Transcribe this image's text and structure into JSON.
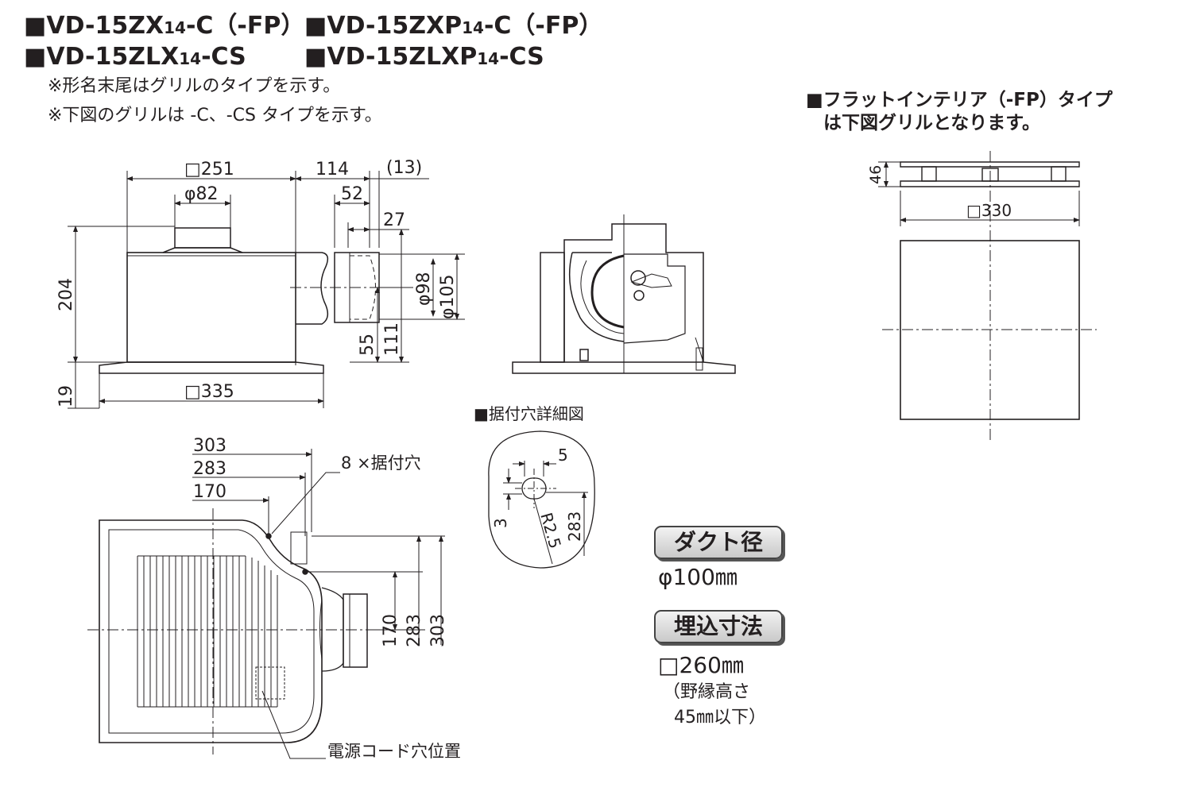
{
  "header": {
    "model1_main": "■VD-15ZX",
    "model1_sub": "14",
    "model1_end": "-C（-FP）",
    "model2_main": "■VD-15ZXP",
    "model2_sub": "14",
    "model2_end": "-C（-FP）",
    "model3_main": "■VD-15ZLX",
    "model3_sub": "14",
    "model3_end": "-CS",
    "model4_main": "■VD-15ZLXP",
    "model4_sub": "14",
    "model4_end": "-CS",
    "note1": "※形名末尾はグリルのタイプを示す。",
    "note2": "※下図のグリルは -C、-CS タイプを示す。"
  },
  "flat_panel": {
    "line1": "■フラットインテリア（-FP）タイプ",
    "line2": "は下図グリルとなります。",
    "dim_height": "46",
    "dim_width": "□330"
  },
  "side_view": {
    "dim_251": "□251",
    "dim_82": "φ82",
    "dim_114": "114",
    "dim_13": "(13)",
    "dim_52": "52",
    "dim_27": "27",
    "dim_204": "204",
    "dim_19": "19",
    "dim_335": "□335",
    "dim_98": "φ98",
    "dim_105": "φ105",
    "dim_55": "55",
    "dim_111": "111"
  },
  "top_view": {
    "dim_303": "303",
    "dim_283": "283",
    "dim_170": "170",
    "label_holes": "8 ×据付穴",
    "label_cord": "電源コード穴位置",
    "dim_v170": "170",
    "dim_v283": "283",
    "dim_v303": "303"
  },
  "detail": {
    "title": "■据付穴詳細図",
    "dim_5": "5",
    "dim_3": "3",
    "dim_r": "R2.5",
    "dim_283": "283"
  },
  "specs": {
    "duct_label": "ダクト径",
    "duct_value": "φ100㎜",
    "embed_label": "埋込寸法",
    "embed_value": "□260㎜",
    "embed_note1": "（野縁高さ",
    "embed_note2": "45㎜以下）"
  }
}
